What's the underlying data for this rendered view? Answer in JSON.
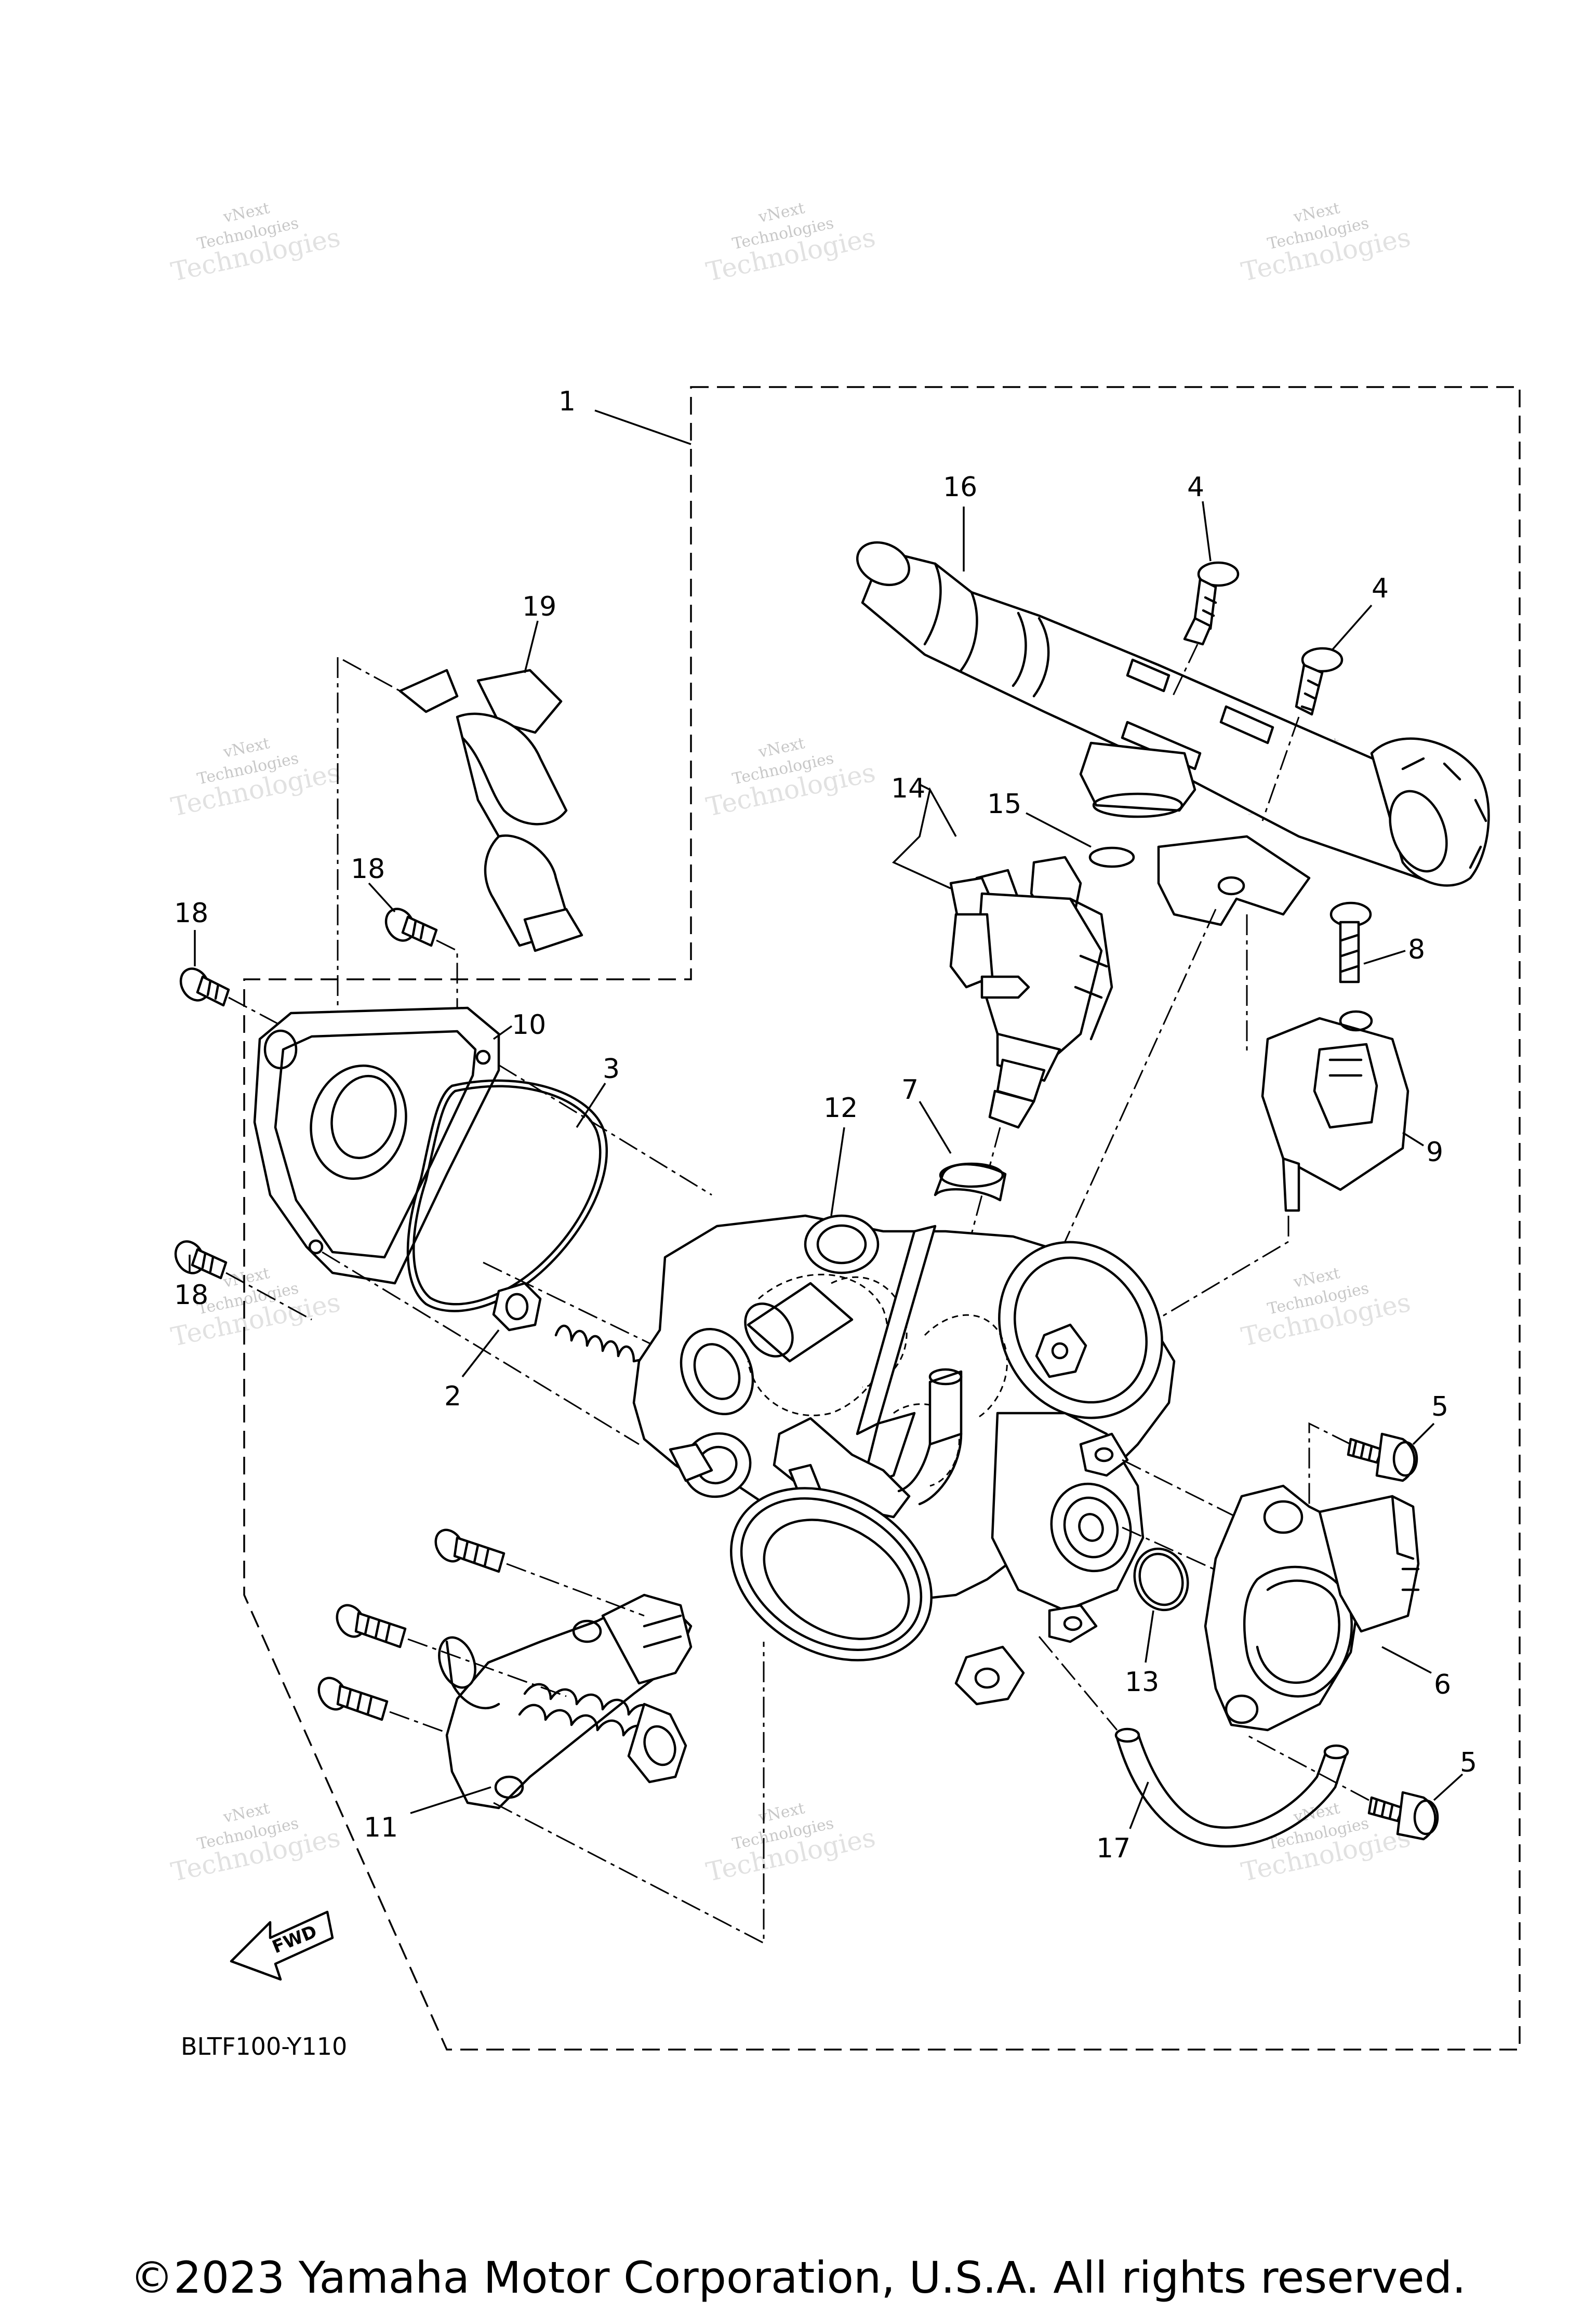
{
  "diagram": {
    "code": "BLTF100-Y110",
    "fwd_label": "FWD",
    "watermark_lines": [
      "vNext",
      "Technologies"
    ],
    "watermark_large": "Technologies",
    "callouts": [
      "1",
      "2",
      "3",
      "4",
      "4",
      "5",
      "5",
      "6",
      "7",
      "8",
      "9",
      "10",
      "11",
      "12",
      "13",
      "14",
      "15",
      "16",
      "17",
      "18",
      "18",
      "18",
      "19"
    ]
  },
  "footer": {
    "copyright": "©2023 Yamaha Motor Corporation, U.S.A. All rights reserved."
  }
}
